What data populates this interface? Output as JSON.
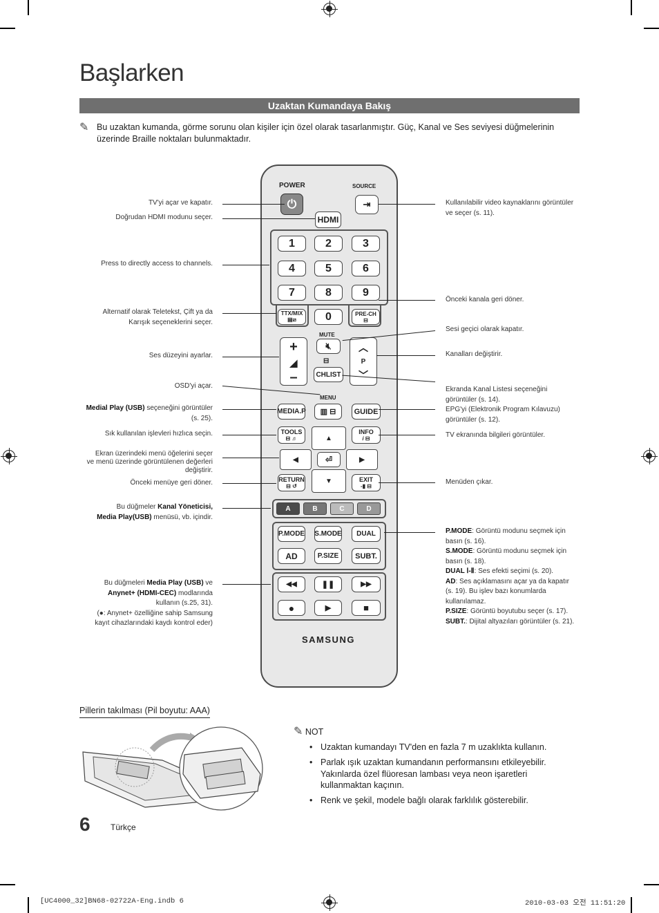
{
  "page": {
    "title": "Başlarken",
    "section_title": "Uzaktan Kumandaya Bakış",
    "intro": "Bu uzaktan kumanda, görme sorunu olan kişiler için özel olarak tasarlanmıştır. Güç, Kanal ve Ses seviyesi düğmelerinin üzerinde Braille noktaları bulunmaktadır.",
    "page_number": "6",
    "language": "Türkçe"
  },
  "remote": {
    "power": "POWER",
    "source": "SOURCE",
    "hdmi": "HDMI",
    "numbers": [
      "1",
      "2",
      "3",
      "4",
      "5",
      "6",
      "7",
      "8",
      "9"
    ],
    "zero": "0",
    "ttx": "TTX/MIX",
    "prech": "PRE-CH",
    "mute": "MUTE",
    "p": "P",
    "chlist": "CHLIST",
    "menu": "MENU",
    "mediap": "MEDIA.P",
    "guide": "GUIDE",
    "tools": "TOOLS",
    "info": "INFO",
    "return": "RETURN",
    "exit": "EXIT",
    "colors": [
      "A",
      "B",
      "C",
      "D"
    ],
    "color_hex": [
      "#4a4a4a",
      "#777777",
      "#bbbbbb",
      "#999999"
    ],
    "pmode": "P.MODE",
    "smode": "S.MODE",
    "dual": "DUAL",
    "ad": "AD",
    "psize": "P.SIZE",
    "subt": "SUBT.",
    "brand": "SAMSUNG"
  },
  "left_notes": {
    "power": "TV'yi açar ve kapatır.",
    "hdmi": "Doğrudan HDMI modunu seçer.",
    "numbers": "Press to directly access to channels.",
    "ttx_1": "Alternatif olarak Teletekst, Çift ya da",
    "ttx_2": "Karışık seçeneklerini seçer.",
    "volume": "Ses düzeyini ayarlar.",
    "osd": "OSD'yi açar.",
    "media_b": "Medial Play (USB)",
    "media_t": " seçeneğini görüntüler",
    "media_2": "(s. 25).",
    "tools": "Sık kullanılan işlevleri hızlıca seçin.",
    "nav_1": "Ekran üzerindeki menü öğelerini seçer",
    "nav_2": "ve menü üzerinde görüntülenen değerleri",
    "nav_3": "değiştirir.",
    "return": "Önceki menüye geri döner.",
    "color_1a": "Bu düğmeler ",
    "color_1b": "Kanal Yöneticisi,",
    "color_2a": "Media Play(USB)",
    "color_2b": " menüsü, vb. içindir.",
    "play_1a": "Bu düğmeleri ",
    "play_1b": "Media Play (USB)",
    "play_1c": " ve",
    "play_2a": "Anynet+ (HDMI-CEC)",
    "play_2b": " modlarında",
    "play_3": "kullanın (s.25, 31).",
    "play_4": "(●: Anynet+ özelliğine sahip Samsung",
    "play_5": "kayıt cihazlarındaki kaydı kontrol eder)"
  },
  "right_notes": {
    "source_1": "Kullanılabilir video kaynaklarını görüntüler",
    "source_2": "ve seçer (s. 11).",
    "prech": "Önceki kanala geri döner.",
    "mute": "Sesi geçici olarak kapatır.",
    "channel": "Kanalları değiştirir.",
    "chlist_1": "Ekranda Kanal Listesi seçeneğini",
    "chlist_2": "görüntüler (s. 14).",
    "guide_1": "EPG'yi (Elektronik Program Kılavuzu)",
    "guide_2": "görüntüler (s. 12).",
    "info": "TV ekranında bilgileri görüntüler.",
    "exit": "Menüden çıkar.",
    "pmode_b": "P.MODE",
    "pmode_t": ": Görüntü modunu seçmek için",
    "pmode_2": "basın (s. 16).",
    "smode_b": "S.MODE",
    "smode_t": ": Görüntü modunu seçmek için",
    "smode_2": "basın (s. 18).",
    "dual_b": "DUAL Ⅰ-Ⅱ",
    "dual_t": ": Ses efekti seçimi (s. 20).",
    "ad_b": "AD",
    "ad_t": ": Ses açıklamasını açar ya da kapatır",
    "ad_2": "(s. 19). Bu işlev bazı konumlarda",
    "ad_3": "kullanılamaz.",
    "psize_b": "P.SIZE",
    "psize_t": ": Görüntü boyutubu seçer (s. 17).",
    "subt_b": "SUBT.",
    "subt_t": ": Dijital altyazıları görüntüler (s. 21)."
  },
  "battery": {
    "title": "Pillerin takılması (Pil boyutu: AAA)"
  },
  "note": {
    "heading": "NOT",
    "items": [
      "Uzaktan kumandayı TV'den en fazla 7 m uzaklıkta kullanın.",
      "Parlak ışık uzaktan kumandanın performansını etkileyebilir. Yakınlarda özel flüoresan lambası veya neon işaretleri kullanmaktan kaçının.",
      "Renk ve şekil, modele bağlı olarak farklılık gösterebilir."
    ]
  },
  "footer": {
    "left": "[UC4000_32]BN68-02722A-Eng.indb   6",
    "right": "2010-03-03   오전 11:51:20"
  }
}
